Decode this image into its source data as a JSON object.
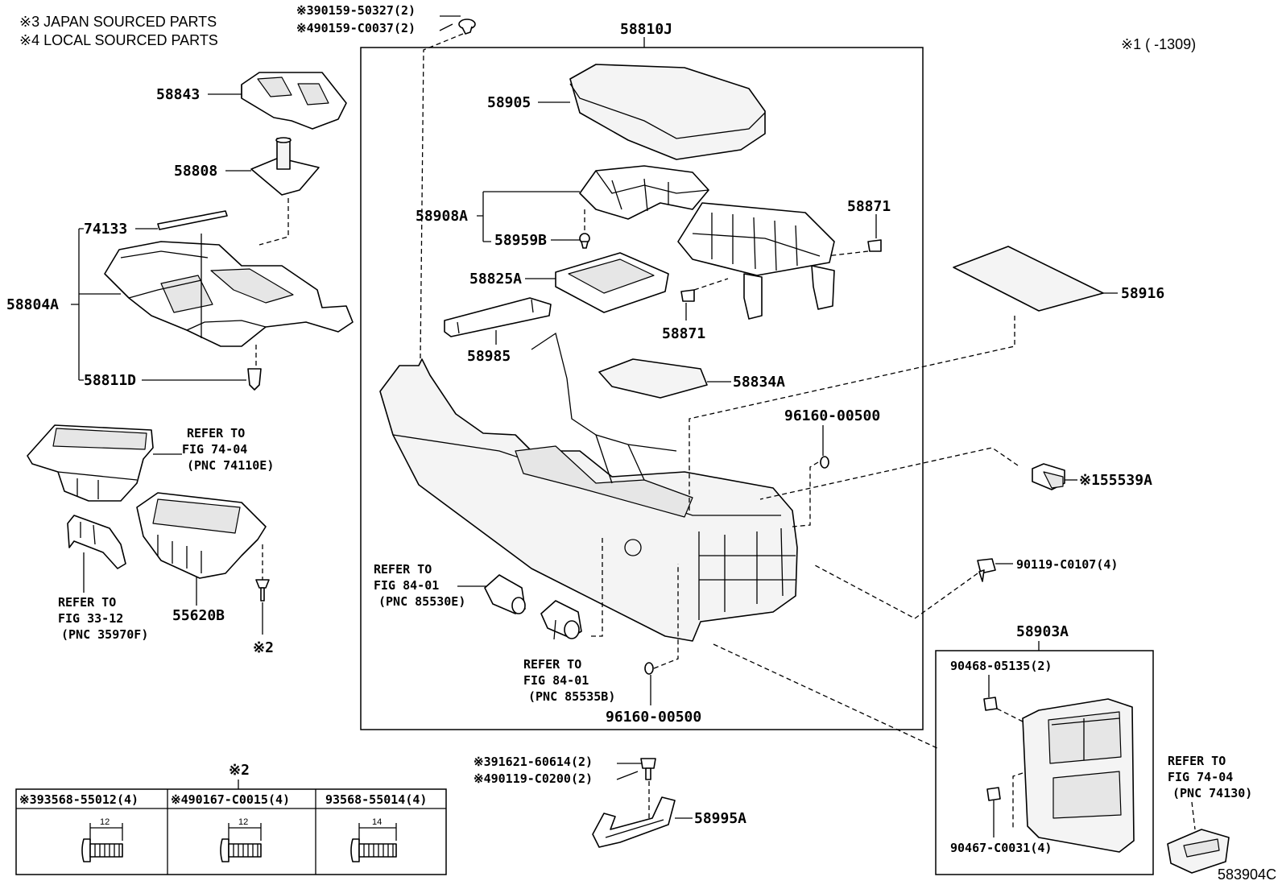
{
  "notes": {
    "japan": "※3 JAPAN SOURCED PARTS",
    "local": "※4 LOCAL SOURCED PARTS",
    "date_range": "※1 (    -1309)",
    "figure_id": "583904C"
  },
  "top_bolts": {
    "a": "※390159-50327(2)",
    "b": "※490159-C0037(2)"
  },
  "labels": {
    "p58810J": "58810J",
    "p58843": "58843",
    "p58808": "58808",
    "p74133": "74133",
    "p58804A": "58804A",
    "p58811D": "58811D",
    "p58905": "58905",
    "p58908A": "58908A",
    "p58959B": "58959B",
    "p58871_top": "58871",
    "p58871_bot": "58871",
    "p58825A": "58825A",
    "p58985": "58985",
    "p58834A": "58834A",
    "p58916": "58916",
    "p96160_top": "96160-00500",
    "p96160_bot": "96160-00500",
    "p155539A": "※155539A",
    "p90119": "90119-C0107(4)",
    "p58903A": "58903A",
    "p90468": "90468-05135(2)",
    "p90467": "90467-C0031(4)",
    "p55620B": "55620B",
    "p58995A": "58995A",
    "mark2": "※2"
  },
  "bottom_bolts": {
    "a": "※391621-60614(2)",
    "b": "※490119-C0200(2)"
  },
  "refers": {
    "r1": {
      "l1": "REFER TO",
      "l2": "FIG 74-04",
      "l3": "(PNC 74110E)"
    },
    "r2": {
      "l1": "REFER TO",
      "l2": "FIG 33-12",
      "l3": "(PNC 35970F)"
    },
    "r3": {
      "l1": "REFER TO",
      "l2": "FIG 84-01",
      "l3": "(PNC 85530E)"
    },
    "r4": {
      "l1": "REFER TO",
      "l2": "FIG 84-01",
      "l3": "(PNC 85535B)"
    },
    "r5": {
      "l1": "REFER TO",
      "l2": "FIG 74-04",
      "l3": "(PNC 74130)"
    }
  },
  "screw_table": {
    "title": "※2",
    "columns": [
      {
        "header": "※393568-55012(4)",
        "length": "12"
      },
      {
        "header": "※490167-C0015(4)",
        "length": "12"
      },
      {
        "header": "93568-55014(4)",
        "length": "14"
      }
    ]
  }
}
